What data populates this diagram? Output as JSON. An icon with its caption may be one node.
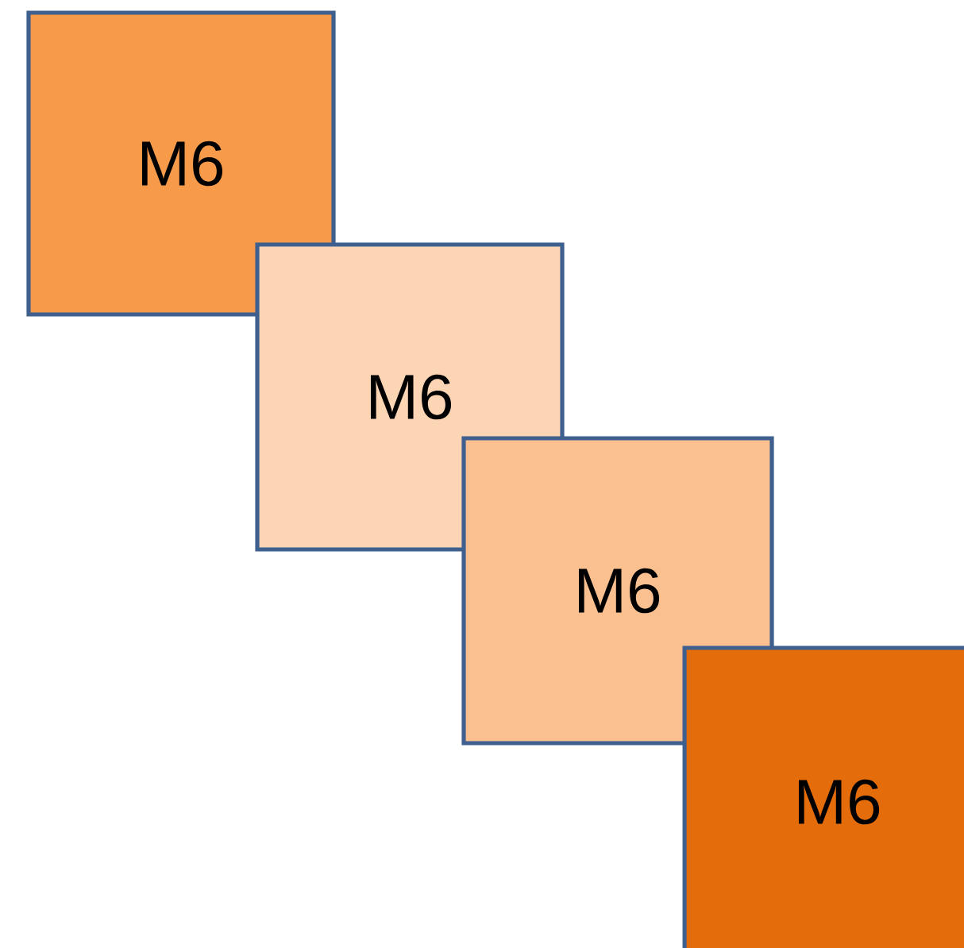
{
  "diagram": {
    "nodes": [
      {
        "text": [
          "M6"
        ]
      },
      {
        "text": [
          "M6"
        ]
      },
      {
        "text": [
          "M6"
        ]
      },
      {
        "text": [
          "M6"
        ]
      }
    ]
  }
}
